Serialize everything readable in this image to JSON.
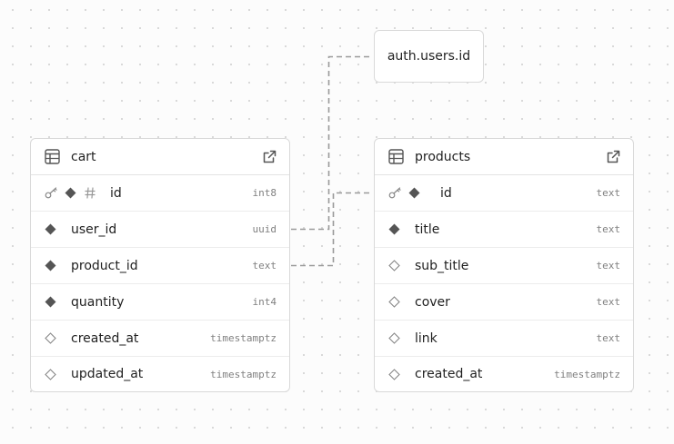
{
  "reference": {
    "label": "auth.users.id"
  },
  "tables": {
    "cart": {
      "name": "cart",
      "columns": [
        {
          "name": "id",
          "type": "int8",
          "key": "primary",
          "nullable": false,
          "identity": true
        },
        {
          "name": "user_id",
          "type": "uuid",
          "nullable": false
        },
        {
          "name": "product_id",
          "type": "text",
          "nullable": false
        },
        {
          "name": "quantity",
          "type": "int4",
          "nullable": false
        },
        {
          "name": "created_at",
          "type": "timestamptz",
          "nullable": true
        },
        {
          "name": "updated_at",
          "type": "timestamptz",
          "nullable": true
        }
      ]
    },
    "products": {
      "name": "products",
      "columns": [
        {
          "name": "id",
          "type": "text",
          "key": "primary",
          "nullable": false
        },
        {
          "name": "title",
          "type": "text",
          "nullable": false
        },
        {
          "name": "sub_title",
          "type": "text",
          "nullable": true
        },
        {
          "name": "cover",
          "type": "text",
          "nullable": true
        },
        {
          "name": "link",
          "type": "text",
          "nullable": true
        },
        {
          "name": "created_at",
          "type": "timestamptz",
          "nullable": true
        }
      ]
    }
  },
  "relations": [
    {
      "from": "cart.user_id",
      "to": "auth.users.id"
    },
    {
      "from": "cart.product_id",
      "to": "products.id"
    }
  ],
  "icons": {
    "table": "table-icon",
    "open": "external-link-icon",
    "key": "key-icon",
    "not_null": "filled-diamond-icon",
    "nullable": "outline-diamond-icon",
    "identity": "hash-icon"
  }
}
